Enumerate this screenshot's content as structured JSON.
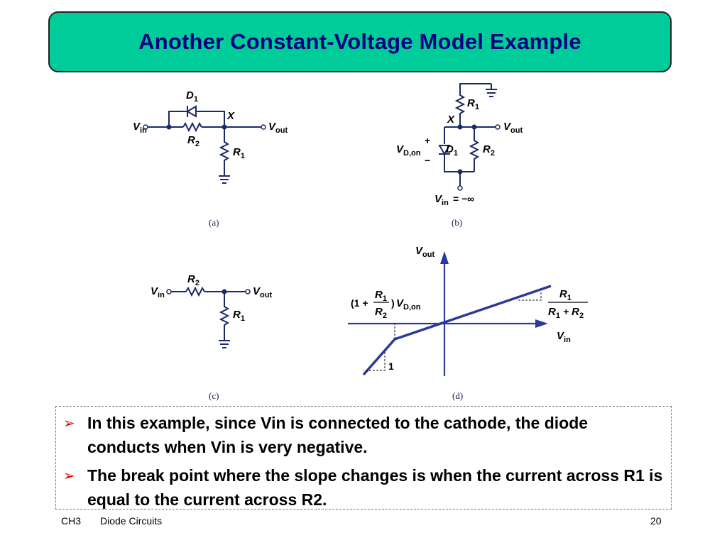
{
  "title": "Another Constant-Voltage Model Example",
  "fig_a": {
    "d": "D",
    "d_sub": "1",
    "x": "X",
    "r2": "R",
    "r2_sub": "2",
    "r1": "R",
    "r1_sub": "1",
    "vin": "V",
    "vin_sub": "in",
    "vout": "V",
    "vout_sub": "out",
    "caption": "(a)"
  },
  "fig_b": {
    "r1": "R",
    "r1_sub": "1",
    "x": "X",
    "vout": "V",
    "vout_sub": "out",
    "plus": "+",
    "minus": "−",
    "vd": "V",
    "vd_sub": "D,on",
    "d": "D",
    "d_sub": "1",
    "r2": "R",
    "r2_sub": "2",
    "vin": "V",
    "vin_sub": "in",
    "vin_value": "= −∞",
    "caption": "(b)"
  },
  "fig_c": {
    "r2": "R",
    "r2_sub": "2",
    "vin": "V",
    "vin_sub": "in",
    "vout": "V",
    "vout_sub": "out",
    "r1": "R",
    "r1_sub": "1",
    "caption": "(c)"
  },
  "fig_d": {
    "yaxis": "V",
    "yaxis_sub": "out",
    "xaxis": "V",
    "xaxis_sub": "in",
    "bp_open": "(1 +",
    "bp_num": "R",
    "bp_num_sub": "1",
    "bp_den": "R",
    "bp_den_sub": "2",
    "bp_close": ")",
    "bp_v": "V",
    "bp_v_sub": "D,on",
    "slope_num": "R",
    "slope_num_sub": "1",
    "slope_den_a": "R",
    "slope_den_a_sub": "1",
    "slope_plus": "+",
    "slope_den_b": "R",
    "slope_den_b_sub": "2",
    "slope_one": "1",
    "caption": "(d)"
  },
  "bullets": [
    "In this example, since Vin is connected to the cathode, the diode conducts when Vin is very negative.",
    "The break point where the slope changes is when the current across R1 is equal to the current across R2."
  ],
  "footer": {
    "chapter": "CH3",
    "topic": "Diode Circuits",
    "page": "20"
  },
  "colors": {
    "title_bg": "#00cc99",
    "title_text": "#000080",
    "bullet_arrow": "#e00000",
    "wire": "#1a2a66"
  }
}
